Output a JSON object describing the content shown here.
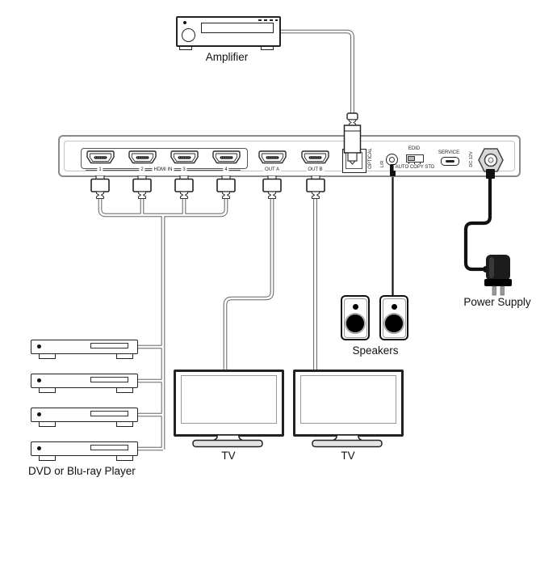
{
  "labels": {
    "amplifier": "Amplifier",
    "dvd_players": "DVD or Blu-ray Player",
    "tv": "TV",
    "speakers": "Speakers",
    "power_supply": "Power Supply"
  },
  "panel": {
    "in1": "1",
    "in2": "2",
    "hdmi_in": "HDMI IN",
    "in3": "3",
    "in4": "4",
    "out_a": "OUT A",
    "out_b": "OUT B",
    "optical": "OPTICAL",
    "lr": "L/R",
    "edid": "EDID",
    "edid_modes": "AUTO COPY STD",
    "service": "SERVICE",
    "dc_12v": "DC 12V"
  },
  "colors": {
    "cable_outline": "#4d4d4d",
    "cable_black": "#111111",
    "panel_border": "#8a8a8a"
  }
}
